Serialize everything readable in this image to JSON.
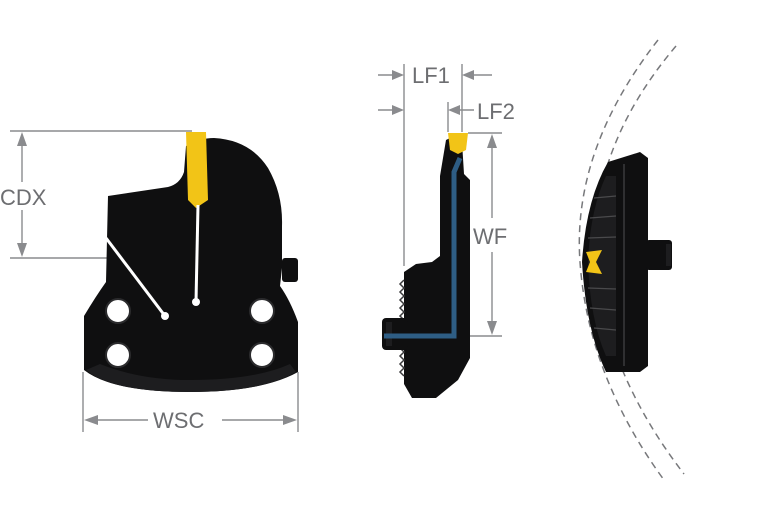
{
  "labels": {
    "cdx": "CDX",
    "wsc": "WSC",
    "lf1": "LF1",
    "lf2": "LF2",
    "wf": "WF"
  },
  "colors": {
    "insert": "#f2c417",
    "body": "#0f0f10",
    "coolant": "#2e5d84",
    "dimension": "#8a8b8e"
  }
}
